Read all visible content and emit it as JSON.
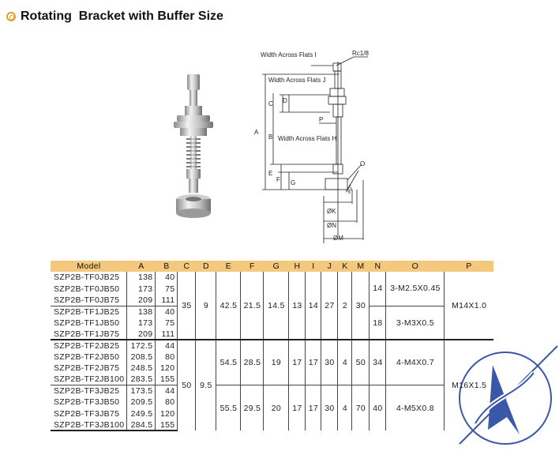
{
  "title": "Rotating  Bracket with Buffer Size",
  "drawing_labels": {
    "waf_top": "Width Across Flats I",
    "rc": "Rc1/8",
    "waf_mid": "Width Across Flats J",
    "waf_low": "Width Across Flats H",
    "A": "A",
    "B": "B",
    "C": "C",
    "D": "D",
    "E": "E",
    "F": "F",
    "G": "G",
    "P": "P",
    "O": "O",
    "K": "ØK",
    "N": "ØN",
    "M": "ØM",
    "angle": "30°"
  },
  "table": {
    "headers": [
      "Model",
      "A",
      "B",
      "C",
      "D",
      "E",
      "F",
      "G",
      "H",
      "I",
      "J",
      "K",
      "M",
      "N",
      "O",
      "P"
    ],
    "rows": [
      {
        "model": "SZP2B-TF0JB25",
        "a": "138",
        "b": "40"
      },
      {
        "model": "SZP2B-TF0JB50",
        "a": "173",
        "b": "75"
      },
      {
        "model": "SZP2B-TF0JB75",
        "a": "209",
        "b": "111"
      },
      {
        "model": "SZP2B-TF1JB25",
        "a": "138",
        "b": "40"
      },
      {
        "model": "SZP2B-TF1JB50",
        "a": "173",
        "b": "75"
      },
      {
        "model": "SZP2B-TF1JB75",
        "a": "209",
        "b": "111"
      },
      {
        "model": "SZP2B-TF2JB25",
        "a": "172.5",
        "b": "44"
      },
      {
        "model": "SZP2B-TF2JB50",
        "a": "208.5",
        "b": "80"
      },
      {
        "model": "SZP2B-TF2JB75",
        "a": "248.5",
        "b": "120"
      },
      {
        "model": "SZP2B-TF2JB100",
        "a": "283.5",
        "b": "155"
      },
      {
        "model": "SZP2B-TF3JB25",
        "a": "173.5",
        "b": "44"
      },
      {
        "model": "SZP2B-TF3JB50",
        "a": "209.5",
        "b": "80"
      },
      {
        "model": "SZP2B-TF3JB75",
        "a": "249.5",
        "b": "120"
      },
      {
        "model": "SZP2B-TF3JB100",
        "a": "284.5",
        "b": "155"
      }
    ],
    "group1": {
      "c": "35",
      "d": "9",
      "e": "42.5",
      "f": "21.5",
      "g": "14.5",
      "h": "13",
      "i": "14",
      "j": "27",
      "k": "2",
      "m": "30",
      "p": "M14X1.0",
      "sub_a": {
        "n": "14",
        "o": "3-M2.5X0.45"
      },
      "sub_b": {
        "n": "18",
        "o": "3-M3X0.5"
      }
    },
    "group2": {
      "c": "50",
      "d": "9.5",
      "p": "M16X1.5",
      "sub_a": {
        "e": "54.5",
        "f": "28.5",
        "g": "19",
        "h": "17",
        "i": "17",
        "j": "30",
        "k": "4",
        "m": "50",
        "n": "34",
        "o": "4-M4X0.7"
      },
      "sub_b": {
        "e": "55.5",
        "f": "29.5",
        "g": "20",
        "h": "17",
        "i": "17",
        "j": "30",
        "k": "4",
        "m": "70",
        "n": "40",
        "o": "4-M5X0.8"
      }
    }
  },
  "colors": {
    "header_bg": "#f5c97d",
    "accent": "#e0a030",
    "watermark": "#1a3a9a"
  }
}
